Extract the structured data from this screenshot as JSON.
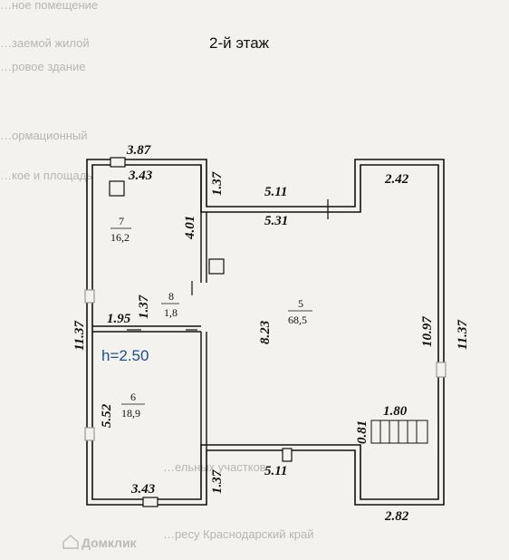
{
  "header": {
    "title": "2-й этаж"
  },
  "height_label": "h=2.50",
  "watermark": "Домклик",
  "dimensions": {
    "top_outer": "3.87",
    "top_inner_room7": "3.43",
    "wall_137_top": "1.37",
    "corridor_top": "5.11",
    "corridor_bottom": "5.31",
    "top_right": "2.42",
    "vertical_401": "4.01",
    "wall_137_mid": "1.37",
    "left_outer": "11.37",
    "small_195": "1.95",
    "center_823": "8.23",
    "right_inner": "10.97",
    "right_outer": "11.37",
    "left_552": "5.52",
    "stair_180": "1.80",
    "stair_081": "0.81",
    "bottom_room6": "3.43",
    "wall_137_bottom": "1.37",
    "bottom_511": "5.11",
    "bottom_right": "2.82"
  },
  "rooms": [
    {
      "number": "7",
      "area": "16,2"
    },
    {
      "number": "8",
      "area": "1,8"
    },
    {
      "number": "5",
      "area": "68,5"
    },
    {
      "number": "6",
      "area": "18,9"
    }
  ],
  "background_text": [
    "…ное помещение",
    "…заемой жилой",
    "…ровое здание",
    "…ормационный",
    "…кое и площадь",
    "…ельных участков",
    "…ресу Краснодарский край"
  ]
}
